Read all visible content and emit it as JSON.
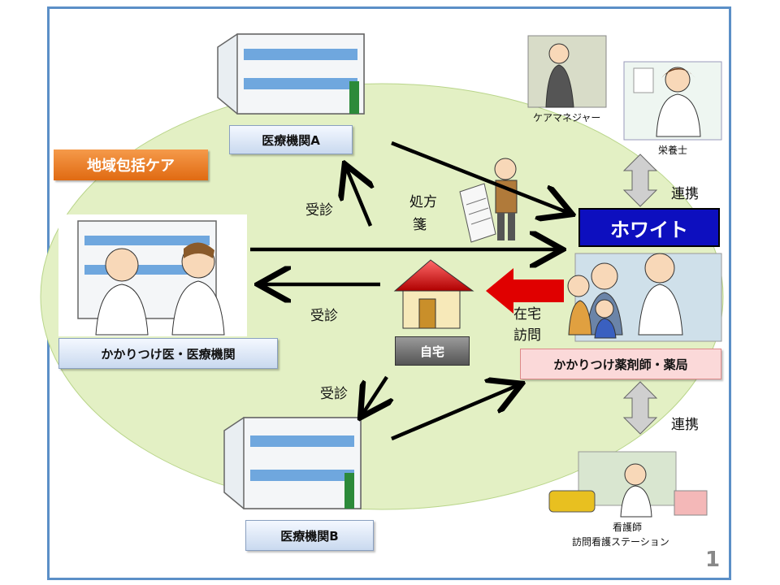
{
  "labels": {
    "region_care": "地域包括ケア",
    "hospital_a": "医療機関A",
    "hospital_b": "医療機関B",
    "family_doctor": "かかりつけ医・医療機関",
    "home": "自宅",
    "pharmacy_brand": "ホワイト",
    "pharmacy": "かかりつけ薬剤師・薬局",
    "care_manager": "ケアマネジャー",
    "dietitian": "栄養士",
    "nurse": "看護師",
    "nursing_station": "訪問看護ステーション",
    "visit_a": "受診",
    "visit_doctor": "受診",
    "visit_b": "受診",
    "prescription_1": "処方",
    "prescription_2": "箋",
    "home_visit_1": "在宅",
    "home_visit_2": "訪問",
    "link_top": "連携",
    "link_bottom": "連携",
    "page_number": "1"
  },
  "colors": {
    "ellipse": "#e3f0c4",
    "frame": "#5b8fc7",
    "orange": "#e87a22",
    "brand_blue": "#0d0fbf",
    "red_arrow": "#e00000",
    "pharmacy_pink": "#fbd9d9"
  },
  "icons": [
    "hospital-building-icon",
    "doctor-icon",
    "pharmacist-icon",
    "house-icon",
    "elderly-patient-icon",
    "prescription-paper-icon",
    "care-manager-icon",
    "dietitian-icon",
    "nurse-icon"
  ]
}
